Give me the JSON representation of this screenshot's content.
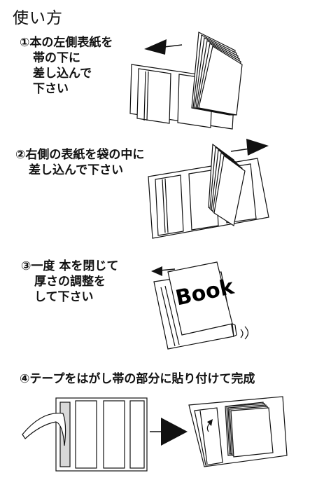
{
  "title": "使い方",
  "steps": [
    {
      "number": "①",
      "lines": [
        "本の左側表紙を",
        "帯の下に",
        "差し込んで",
        "下さい"
      ]
    },
    {
      "number": "②",
      "lines": [
        "右側の表紙を袋の中に",
        "差し込んで下さい"
      ]
    },
    {
      "number": "③",
      "lines": [
        "一度 本を閉じて",
        "厚さの調整を",
        "して下さい"
      ],
      "book_label": "Book"
    },
    {
      "number": "④",
      "lines": [
        "テープをはがし帯の部分に貼り付けて完成"
      ]
    }
  ],
  "icons": {
    "arrow_left": "arrow-left-icon",
    "arrow_right": "arrow-right-icon",
    "big_arrow": "triangle-arrow-icon"
  }
}
